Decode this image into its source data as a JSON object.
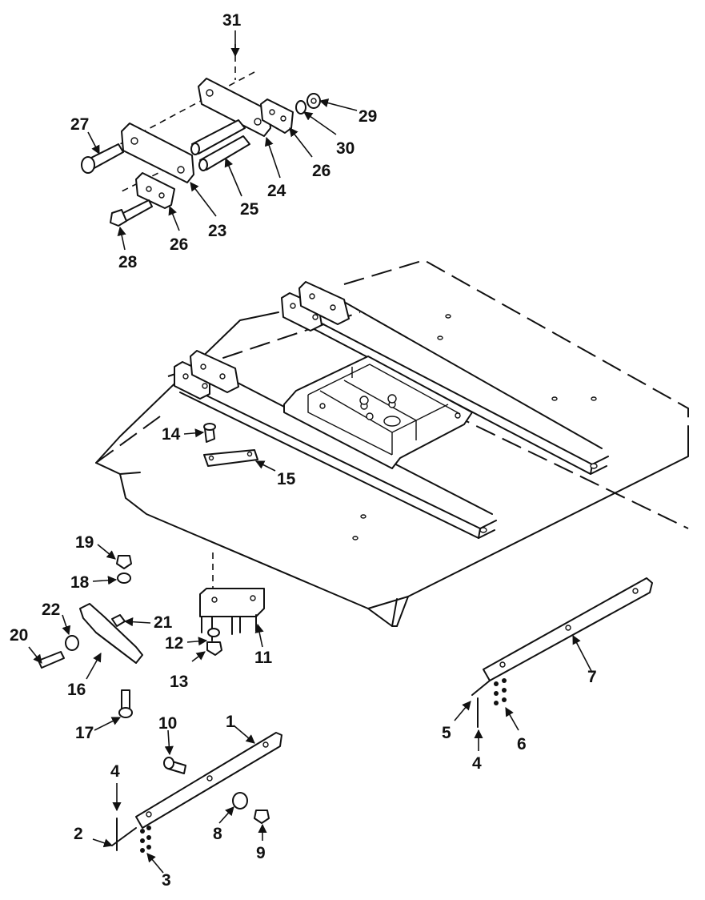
{
  "callouts": {
    "c1": "1",
    "c2": "2",
    "c3": "3",
    "c4a": "4",
    "c4b": "4",
    "c5": "5",
    "c6": "6",
    "c7": "7",
    "c8": "8",
    "c9": "9",
    "c10": "10",
    "c11": "11",
    "c12": "12",
    "c13": "13",
    "c14": "14",
    "c15": "15",
    "c16": "16",
    "c17": "17",
    "c18": "18",
    "c19": "19",
    "c20": "20",
    "c21": "21",
    "c22": "22",
    "c23": "23",
    "c24": "24",
    "c25": "25",
    "c26a": "26",
    "c26b": "26",
    "c27": "27",
    "c28": "28",
    "c29": "29",
    "c30": "30",
    "c31": "31"
  }
}
